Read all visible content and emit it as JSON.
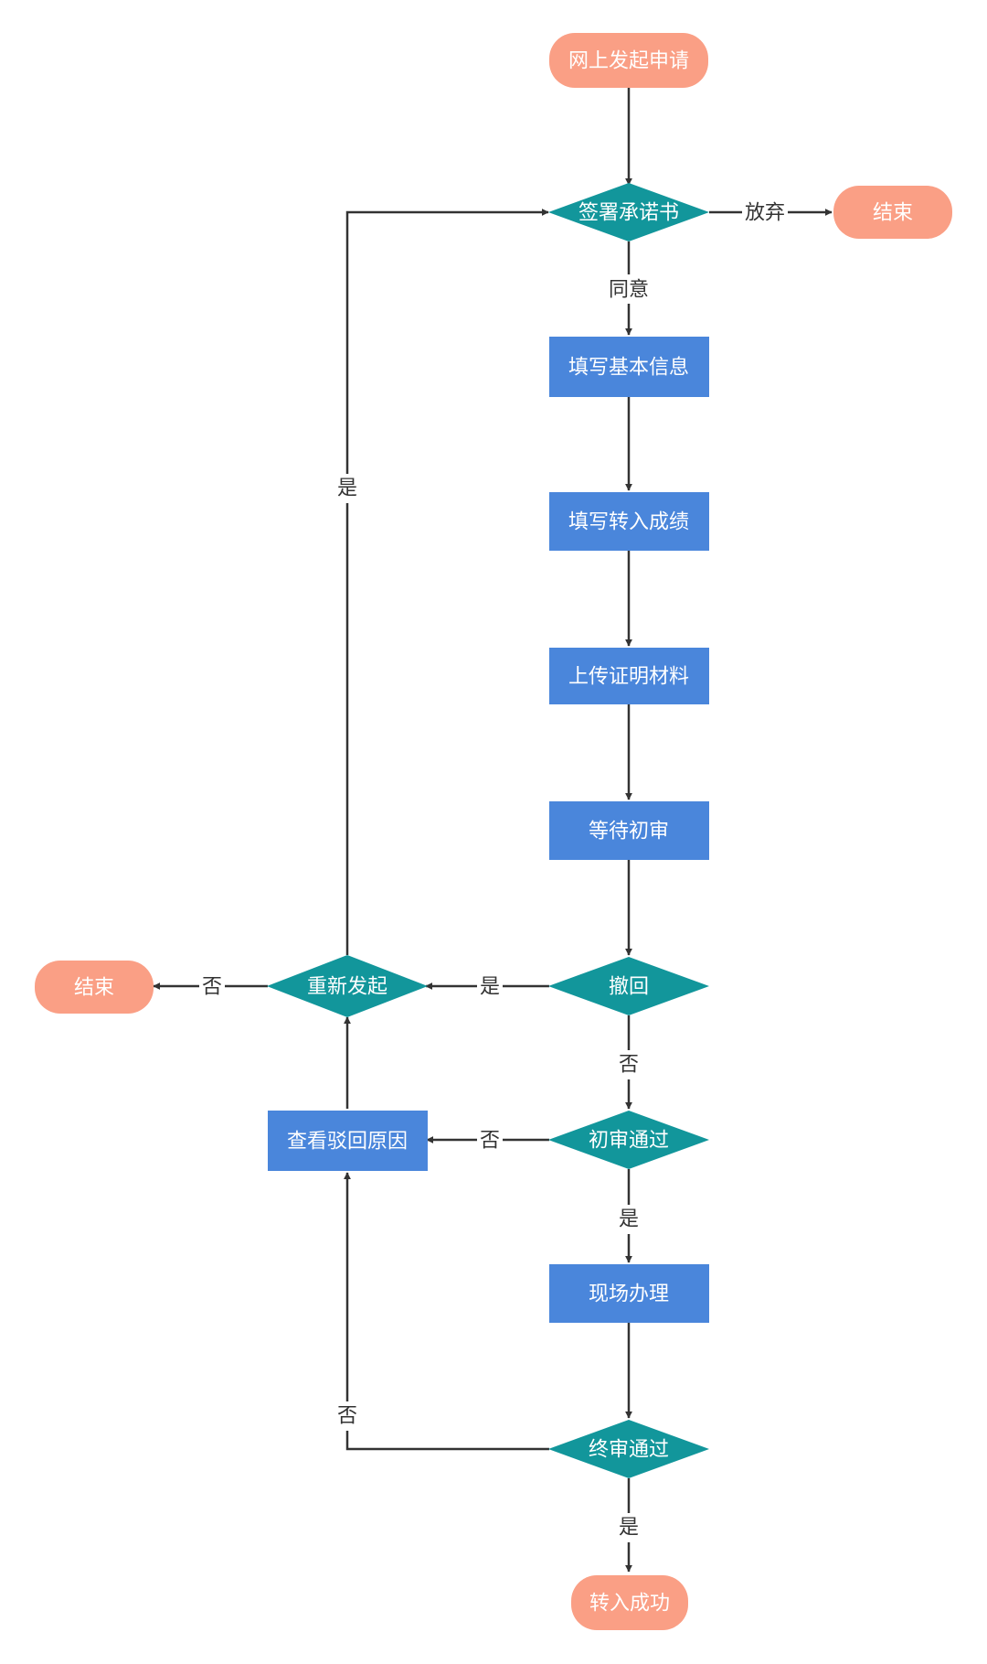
{
  "colors": {
    "terminal": "#fa9f85",
    "process": "#4a86db",
    "decision": "#12969b",
    "line": "#333333",
    "node_text": "#ffffff",
    "edge_text": "#333333"
  },
  "nodes": {
    "start": "网上发起申请",
    "sign": "签署承诺书",
    "end_right": "结束",
    "fill_info": "填写基本信息",
    "fill_score": "填写转入成绩",
    "upload": "上传证明材料",
    "wait": "等待初审",
    "withdraw": "撤回",
    "restart": "重新发起",
    "end_left": "结束",
    "first_pass": "初审通过",
    "view_reason": "查看驳回原因",
    "onsite": "现场办理",
    "final_pass": "终审通过",
    "success": "转入成功"
  },
  "edges": {
    "giveup": "放弃",
    "agree": "同意",
    "restart_yes": "是",
    "withdraw_yes": "是",
    "restart_no": "否",
    "withdraw_no": "否",
    "first_no": "否",
    "first_yes": "是",
    "final_no": "否",
    "final_yes": "是"
  }
}
